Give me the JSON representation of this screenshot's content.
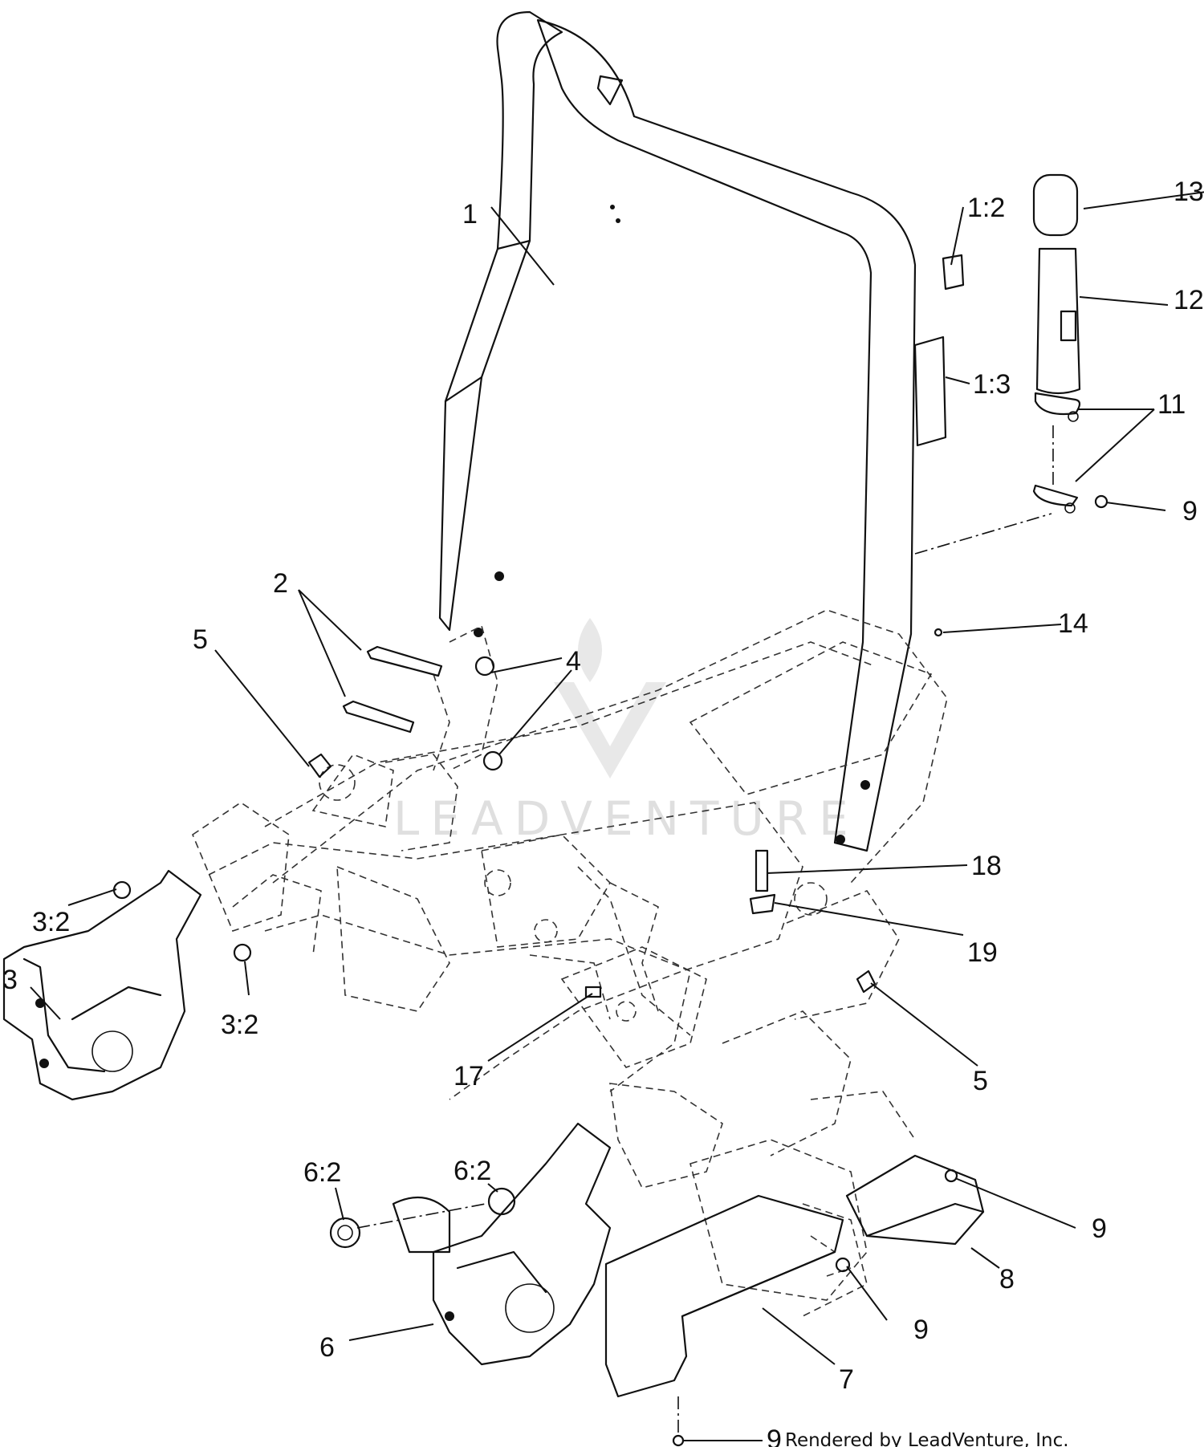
{
  "callouts": [
    {
      "id": "c1",
      "label": "1"
    },
    {
      "id": "c1-2",
      "label": "1:2"
    },
    {
      "id": "c1-3",
      "label": "1:3"
    },
    {
      "id": "c13",
      "label": "13"
    },
    {
      "id": "c12",
      "label": "12"
    },
    {
      "id": "c11",
      "label": "11"
    },
    {
      "id": "c9a",
      "label": "9"
    },
    {
      "id": "c2",
      "label": "2"
    },
    {
      "id": "c5a",
      "label": "5"
    },
    {
      "id": "c4",
      "label": "4"
    },
    {
      "id": "c14",
      "label": "14"
    },
    {
      "id": "c18",
      "label": "18"
    },
    {
      "id": "c19",
      "label": "19"
    },
    {
      "id": "c3-2a",
      "label": "3:2"
    },
    {
      "id": "c3",
      "label": "3"
    },
    {
      "id": "c3-2b",
      "label": "3:2"
    },
    {
      "id": "c17",
      "label": "17"
    },
    {
      "id": "c5b",
      "label": "5"
    },
    {
      "id": "c6-2a",
      "label": "6:2"
    },
    {
      "id": "c6-2b",
      "label": "6:2"
    },
    {
      "id": "c9b",
      "label": "9"
    },
    {
      "id": "c8",
      "label": "8"
    },
    {
      "id": "c9c",
      "label": "9"
    },
    {
      "id": "c6",
      "label": "6"
    },
    {
      "id": "c7",
      "label": "7"
    },
    {
      "id": "c9d",
      "label": "9"
    }
  ],
  "credit": "Rendered by LeadVenture, Inc.",
  "watermark": "LEADVENTURE"
}
